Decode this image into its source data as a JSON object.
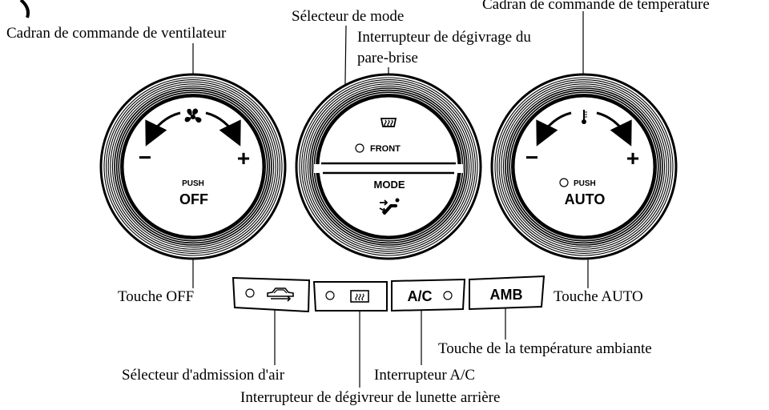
{
  "callouts": {
    "fan_dial": "Cadran de commande de ventilateur",
    "mode_selector": "Sélecteur de mode",
    "windshield_defrost": "Interrupteur de dégivrage du",
    "windshield_defrost_line2": "pare-brise",
    "temp_dial": "Cadran de commande de température",
    "off_button": "Touche OFF",
    "auto_button": "Touche AUTO",
    "ambient_button": "Touche de la température ambiante",
    "air_intake": "Sélecteur d'admission d'air",
    "ac_switch": "Interrupteur A/C",
    "rear_defogger": "Interrupteur de dégivreur de lunette arrière"
  },
  "fan_dial": {
    "minus": "−",
    "plus": "+",
    "push": "PUSH",
    "off": "OFF"
  },
  "mode_dial": {
    "front": "FRONT",
    "mode": "MODE"
  },
  "temp_dial": {
    "minus": "−",
    "plus": "+",
    "push": "PUSH",
    "auto": "AUTO"
  },
  "buttons": {
    "ac": "A/C",
    "amb": "AMB"
  },
  "icons": [
    "fan-icon",
    "thermometer-icon",
    "windshield-defrost-icon",
    "vent-mode-icon",
    "recirculation-car-icon",
    "rear-defrost-icon",
    "indicator-led-icon"
  ]
}
